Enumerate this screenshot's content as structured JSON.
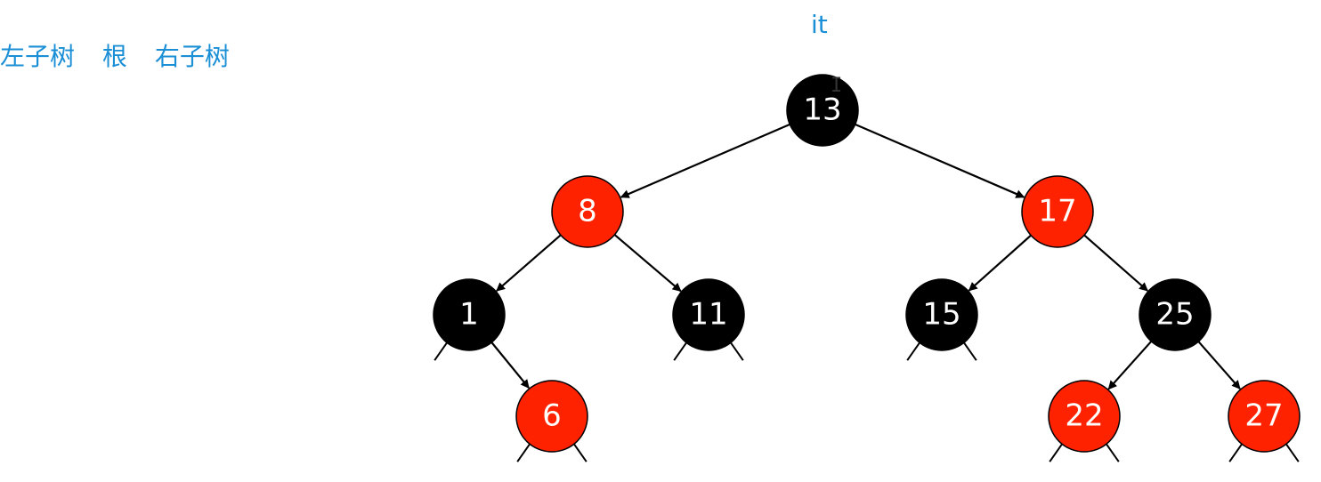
{
  "annotations": {
    "left_subtree": "左子树",
    "root": "根",
    "right_subtree": "右子树",
    "pointer": "it"
  },
  "tree": {
    "nodes": [
      {
        "id": "n13",
        "label": "13",
        "color": "black"
      },
      {
        "id": "n8",
        "label": "8",
        "color": "red"
      },
      {
        "id": "n17",
        "label": "17",
        "color": "red"
      },
      {
        "id": "n1",
        "label": "1",
        "color": "black"
      },
      {
        "id": "n11",
        "label": "11",
        "color": "black"
      },
      {
        "id": "n15",
        "label": "15",
        "color": "black"
      },
      {
        "id": "n25",
        "label": "25",
        "color": "black"
      },
      {
        "id": "n6",
        "label": "6",
        "color": "red"
      },
      {
        "id": "n22",
        "label": "22",
        "color": "red"
      },
      {
        "id": "n27",
        "label": "27",
        "color": "red"
      }
    ],
    "edges": [
      [
        "n13",
        "n8"
      ],
      [
        "n13",
        "n17"
      ],
      [
        "n8",
        "n1"
      ],
      [
        "n8",
        "n11"
      ],
      [
        "n17",
        "n15"
      ],
      [
        "n17",
        "n25"
      ],
      [
        "n1",
        "n6"
      ],
      [
        "n25",
        "n22"
      ],
      [
        "n25",
        "n27"
      ]
    ]
  },
  "colors": {
    "red_node": "#ff2200",
    "black_node": "#000000",
    "annotation": "#1a8fd6"
  }
}
